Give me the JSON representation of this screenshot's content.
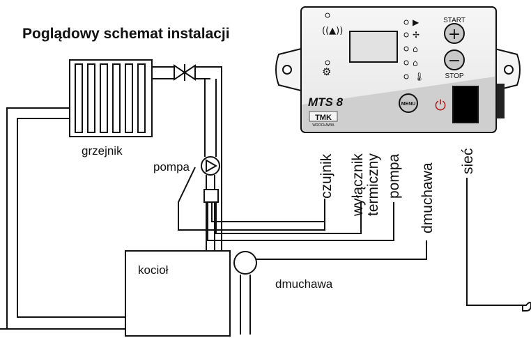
{
  "title": "Poglądowy schemat instalacji",
  "labels": {
    "radiator": "grzejnik",
    "pump": "pompa",
    "boiler": "kocioł",
    "blower": "dmuchawa"
  },
  "connections": {
    "sensor": "czujnik",
    "thermal_switch_line1": "wyłącznik",
    "thermal_switch_line2": "termiczny",
    "pump": "pompa",
    "blower": "dmuchawa",
    "mains": "sieć"
  },
  "controller": {
    "model": "MTS 8",
    "brand": "TMK",
    "brand_sub": "WROCŁAWIA",
    "start_label": "START",
    "stop_label": "STOP",
    "plus_symbol": "+",
    "minus_symbol": "−",
    "menu_label": "MENU",
    "power_symbol": "⏻",
    "indicators": [
      "play-icon",
      "fan-icon",
      "house-icon",
      "house-flow-icon",
      "thermometer-icon"
    ]
  },
  "colors": {
    "line": "#111111",
    "panel_light": "#f4f4f4",
    "panel_dark": "#cfcfcf",
    "display": "#e2e2e2"
  }
}
